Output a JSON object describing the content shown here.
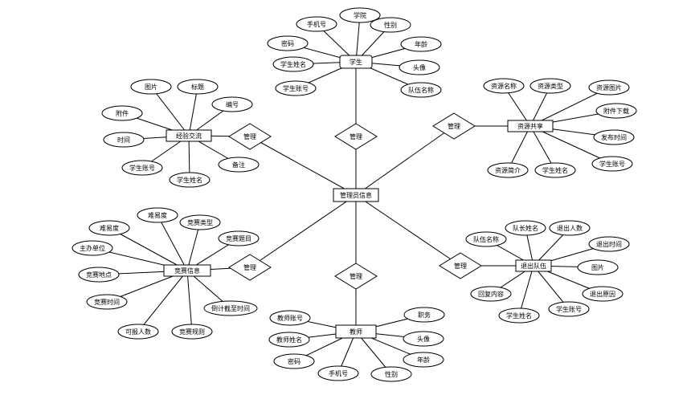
{
  "center": {
    "id": "admin",
    "label": "管理员信息"
  },
  "relations": [
    {
      "id": "rel-student",
      "label": "管理"
    },
    {
      "id": "rel-resource",
      "label": "管理"
    },
    {
      "id": "rel-team-quit",
      "label": "管理"
    },
    {
      "id": "rel-teacher",
      "label": "管理"
    },
    {
      "id": "rel-competition",
      "label": "管理"
    },
    {
      "id": "rel-exp",
      "label": "管理"
    }
  ],
  "entities": [
    {
      "id": "student",
      "label": "学生",
      "attributes": [
        "学院",
        "性别",
        "年龄",
        "头像",
        "队伍名称",
        "学生账号",
        "学生姓名",
        "密码",
        "手机号"
      ]
    },
    {
      "id": "resource",
      "label": "资源共享",
      "attributes": [
        "资源类型",
        "资源图片",
        "附件下载",
        "发布时间",
        "学生账号",
        "学生姓名",
        "资源简介",
        "资源名称"
      ]
    },
    {
      "id": "team-quit",
      "label": "退出队伍",
      "attributes": [
        "队长姓名",
        "退出人数",
        "退出时间",
        "图片",
        "退出原因",
        "学生账号",
        "学生姓名",
        "回复内容",
        "队伍名称"
      ]
    },
    {
      "id": "teacher",
      "label": "教师",
      "attributes": [
        "职务",
        "头像",
        "年龄",
        "性别",
        "手机号",
        "密码",
        "教师姓名",
        "教师账号"
      ]
    },
    {
      "id": "competition",
      "label": "竞赛信息",
      "attributes": [
        "难易度",
        "竞赛类型",
        "竞赛题目",
        "倒计截至时间",
        "竞赛规则",
        "可报人数",
        "竞赛时间",
        "竞赛地点",
        "主办单位",
        "难易度"
      ]
    },
    {
      "id": "exp",
      "label": "经验交流",
      "attributes": [
        "图片",
        "标题",
        "编号",
        "备注",
        "学生姓名",
        "学生账号",
        "时间",
        "附件"
      ]
    }
  ]
}
